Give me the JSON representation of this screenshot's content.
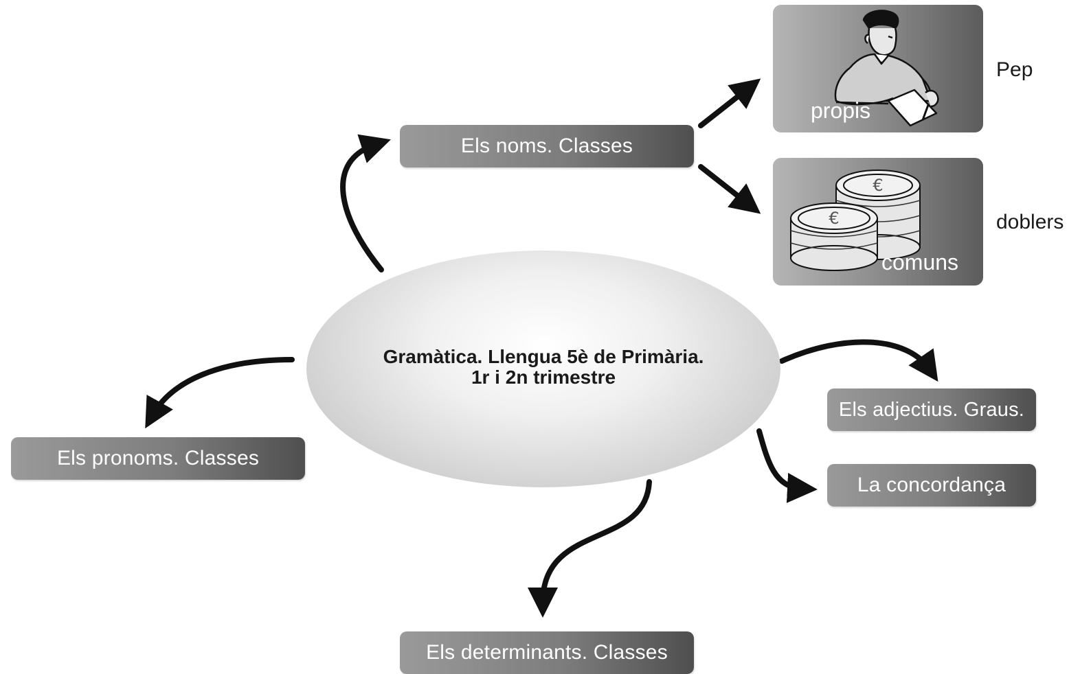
{
  "center": {
    "line1": "Gramàtica. Llengua 5è de Primària.",
    "line2": "1r i 2n trimestre"
  },
  "topics": {
    "noms": "Els noms. Classes",
    "pronoms": "Els pronoms. Classes",
    "determinants": "Els determinants. Classes",
    "adjectius": "Els adjectius. Graus.",
    "concordanca": "La concordança"
  },
  "panels": {
    "propis": {
      "label": "propis",
      "example": "Pep",
      "icon": "man-writing-icon"
    },
    "comuns": {
      "label": "comuns",
      "example": "doblers",
      "icon": "euro-coins-icon"
    }
  },
  "colors": {
    "box_light": "#9a9a9a",
    "box_dark": "#4f4f4f",
    "arrow": "#111111"
  }
}
